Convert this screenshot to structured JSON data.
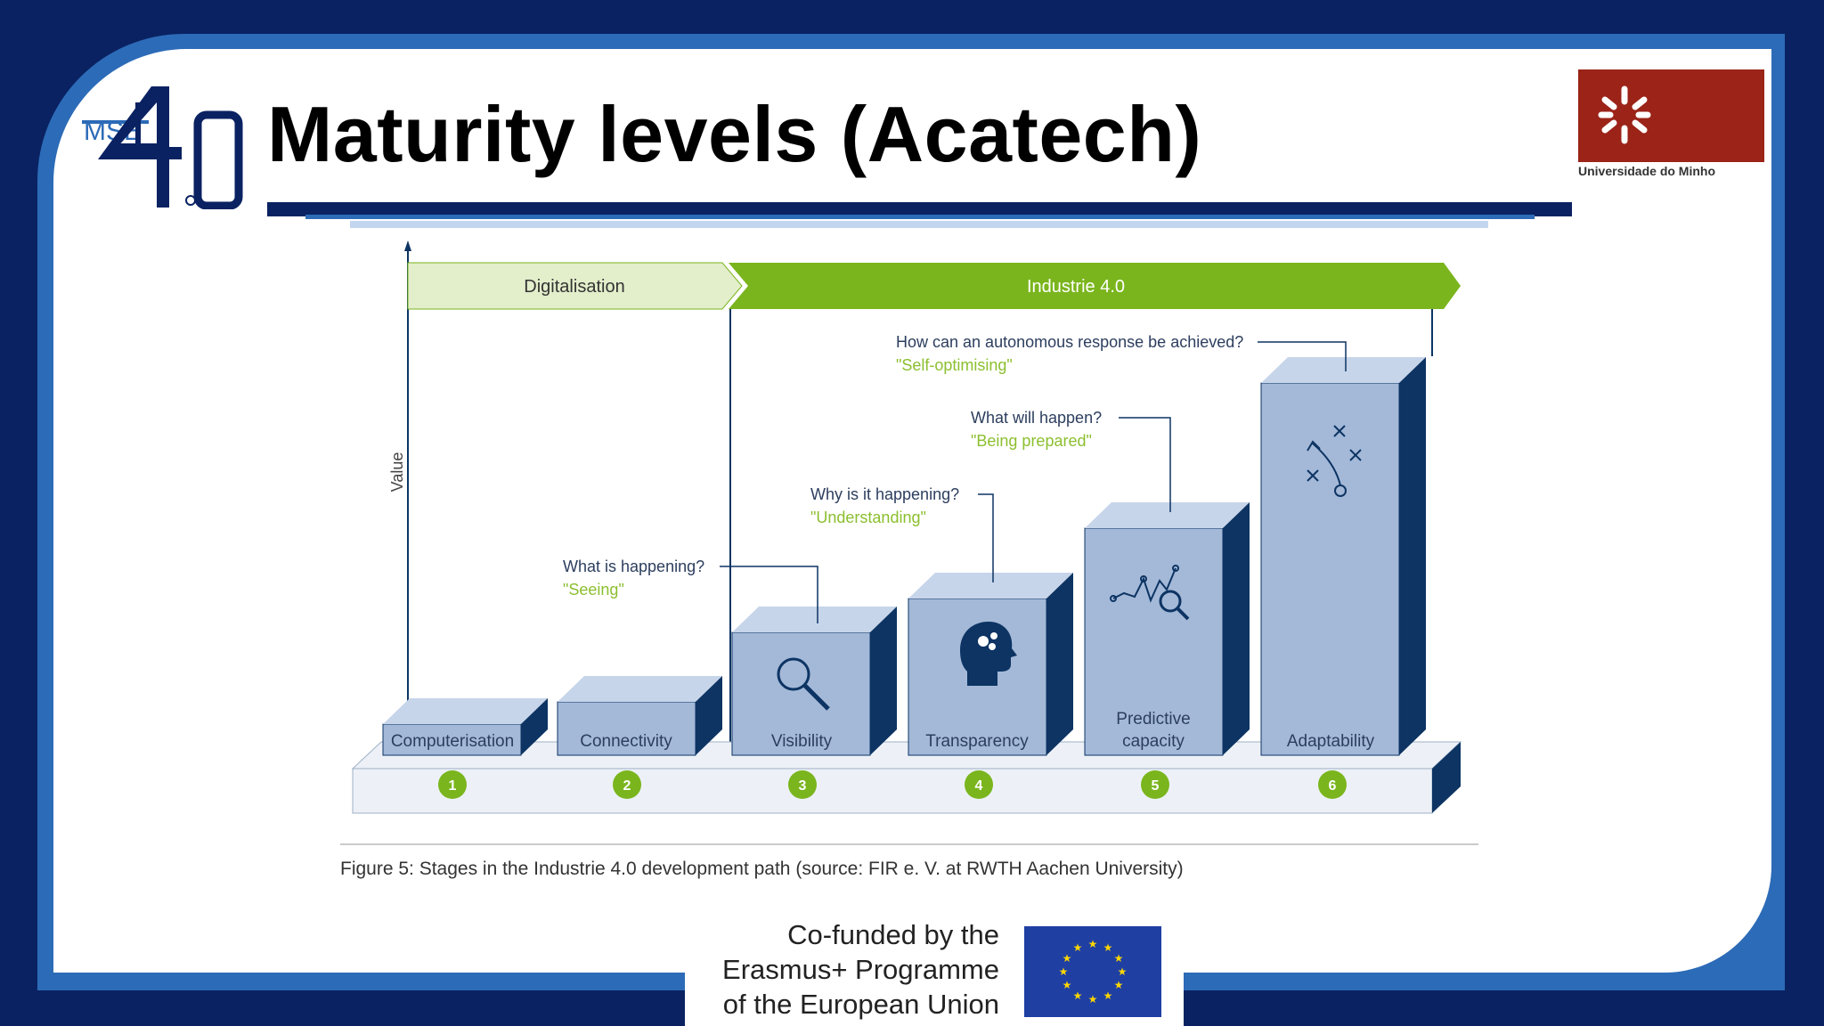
{
  "title": "Maturity levels (Acatech)",
  "university": {
    "name": "Universidade do Minho"
  },
  "logo": {
    "text": "MSE 4.0"
  },
  "diagram": {
    "axis_label": "Value",
    "phase_digital": "Digitalisation",
    "phase_industrie": "Industrie 4.0",
    "stages": [
      {
        "number": "1",
        "label": "Computerisation"
      },
      {
        "number": "2",
        "label": "Connectivity"
      },
      {
        "number": "3",
        "label": "Visibility",
        "question": "What is happening?",
        "answer": "\"Seeing\"",
        "icon": "magnifier-icon"
      },
      {
        "number": "4",
        "label": "Transparency",
        "question": "Why is it happening?",
        "answer": "\"Understanding\"",
        "icon": "brain-head-icon"
      },
      {
        "number": "5",
        "label_line1": "Predictive",
        "label_line2": "capacity",
        "question": "What will happen?",
        "answer": "\"Being prepared\"",
        "icon": "analytics-graph-icon"
      },
      {
        "number": "6",
        "label": "Adaptability",
        "question": "How can an autonomous response be achieved?",
        "answer": "\"Self-optimising\"",
        "icon": "strategy-play-icon"
      }
    ],
    "caption": "Figure 5: Stages in the Industrie 4.0 development path (source: FIR e. V. at RWTH Aachen University)"
  },
  "footer": {
    "line1": "Co-funded by the",
    "line2": "Erasmus+ Programme",
    "line3": "of the European Union"
  },
  "colors": {
    "navy": "#0a2262",
    "blue": "#2c6bb7",
    "green": "#7ab51d",
    "light_green": "#e3eecb",
    "bar_front": "#a4b9d8",
    "bar_top": "#c7d5ea",
    "bar_side": "#0d3463",
    "eu_blue": "#1f3fa3",
    "eu_yellow": "#ffd700"
  }
}
